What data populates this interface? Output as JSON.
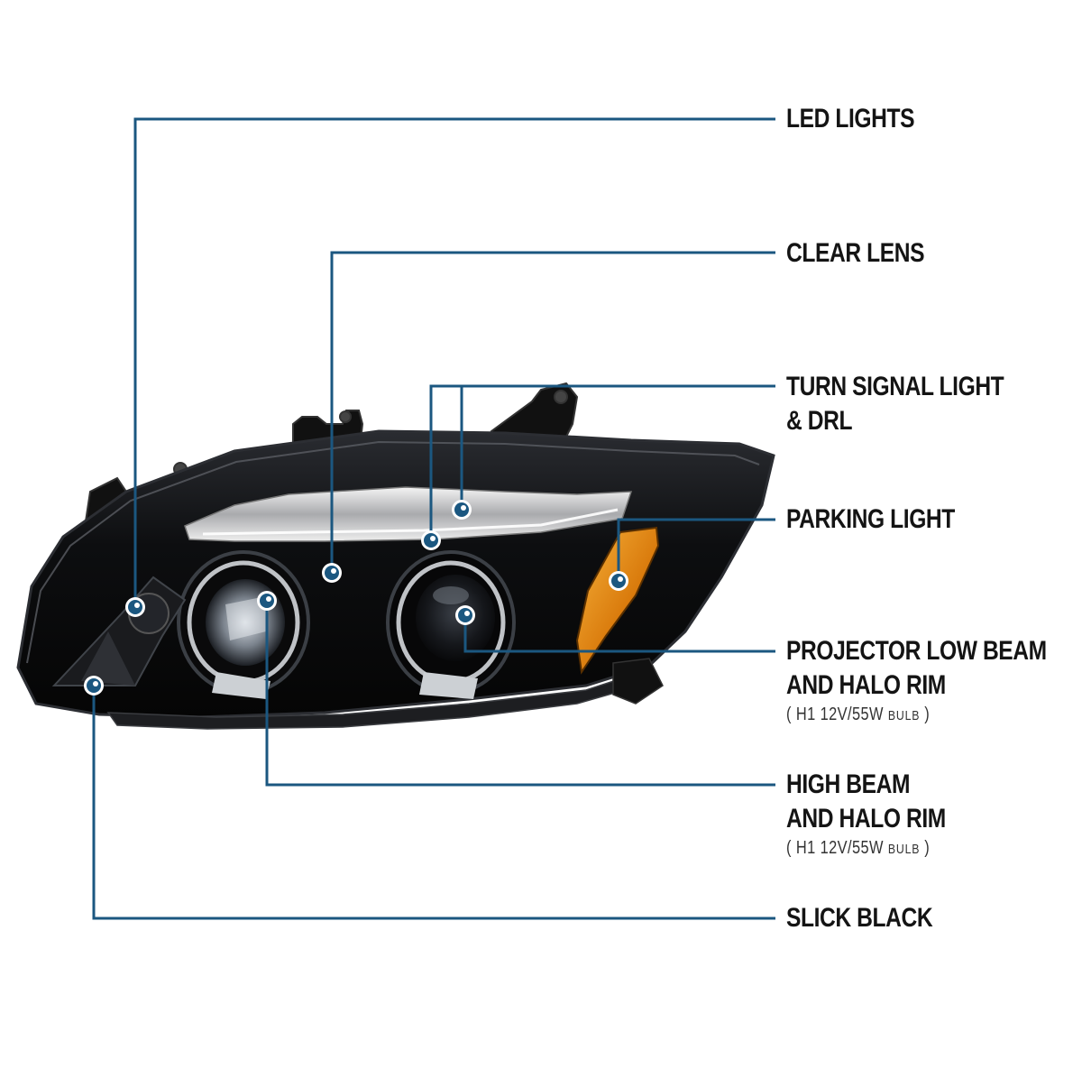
{
  "colors": {
    "callout_line": "#1b5780",
    "callout_dot": "#1b5780",
    "dot_ring": "#ffffff",
    "label_text": "#141414",
    "headlight_body": "#0c0c0e",
    "amber": "#e08a0e"
  },
  "callouts": [
    {
      "id": "led-lights",
      "lines": [
        "LED LIGHTS"
      ]
    },
    {
      "id": "clear-lens",
      "lines": [
        "CLEAR LENS"
      ]
    },
    {
      "id": "turn-signal",
      "lines": [
        "TURN SIGNAL LIGHT",
        "& DRL"
      ]
    },
    {
      "id": "parking-light",
      "lines": [
        "PARKING LIGHT"
      ]
    },
    {
      "id": "projector-low-beam",
      "lines": [
        "PROJECTOR LOW BEAM",
        "AND HALO RIM"
      ],
      "note": {
        "open": "( H1  12V/55W ",
        "small": "BULB",
        "close": " )"
      }
    },
    {
      "id": "high-beam",
      "lines": [
        "HIGH BEAM",
        "AND HALO RIM"
      ],
      "note": {
        "open": "( H1  12V/55W ",
        "small": "BULB",
        "close": " )"
      }
    },
    {
      "id": "slick-black",
      "lines": [
        "SLICK BLACK"
      ]
    }
  ]
}
